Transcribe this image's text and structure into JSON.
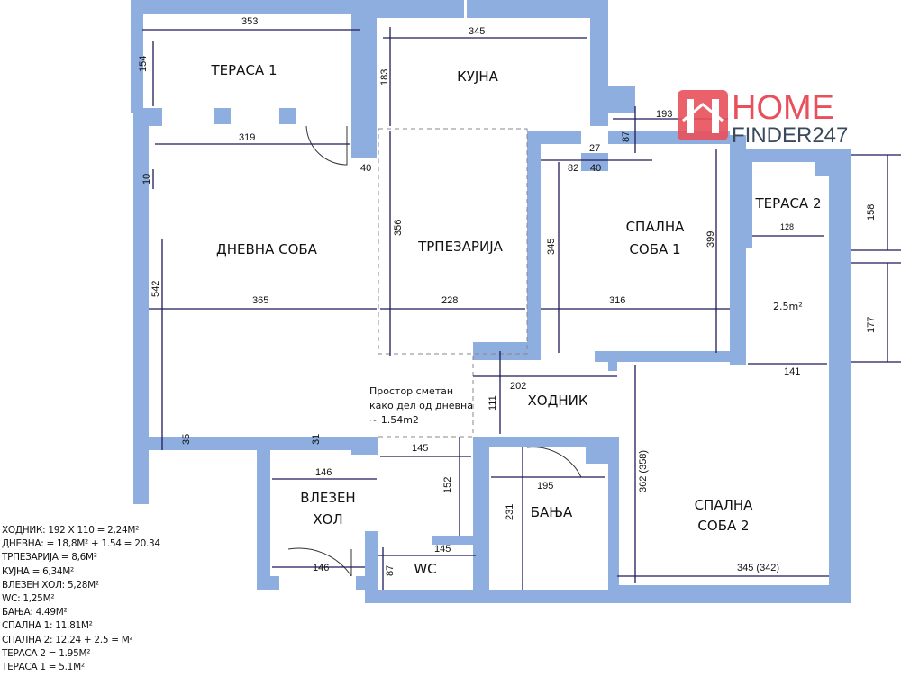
{
  "rooms": {
    "terasa1": "ТЕРАСА 1",
    "kujna": "КУЈНА",
    "dnevna": "ДНЕВНА СОБА",
    "trpezarija": "ТРПЕЗАРИЈА",
    "spalna1_l1": "СПАЛНА",
    "spalna1_l2": "СОБА 1",
    "terasa2": "ТЕРАСА 2",
    "terasa2_area": "2.5m²",
    "hodnik": "ХОДНИК",
    "vlezen_l1": "ВЛЕЗЕН",
    "vlezen_l2": "ХОЛ",
    "wc": "WC",
    "banja": "БАЊА",
    "spalna2_l1": "СПАЛНА",
    "spalna2_l2": "СОБА 2"
  },
  "note": [
    "Простор сметан",
    "како дел од дневна",
    "~ 1.54m2"
  ],
  "dims": {
    "d353": "353",
    "d154": "154",
    "d345k": "345",
    "d183": "183",
    "d193": "193",
    "d87a": "87",
    "d27": "27",
    "d82": "82",
    "d40a": "40",
    "d319": "319",
    "d40b": "40",
    "d10": "10",
    "d356": "356",
    "d345s": "345",
    "d399": "399",
    "d158": "158",
    "d128": "128",
    "d542": "542",
    "d365": "365",
    "d228": "228",
    "d316": "316",
    "d177": "177",
    "d141": "141",
    "d202": "202",
    "d111": "111",
    "d35": "35",
    "d31": "31",
    "d145a": "145",
    "d146a": "146",
    "d152": "152",
    "d195": "195",
    "d231": "231",
    "d362": "362 (358)",
    "d145b": "145",
    "d146b": "146",
    "d87b": "87",
    "d345b": "345 (342)"
  },
  "legend": [
    "ХОДНИК: 192 X 110 = 2,24M²",
    "ДНЕВНА: = 18,8M² + 1.54 = 20.34",
    "ТРПЕЗАРИЈА = 8,6M²",
    "КУЈНА = 6,34M²",
    "ВЛЕЗЕН ХОЛ: 5,28M²",
    "WC: 1,25M²",
    "БАЊА: 4.49M²",
    "СПАЛНА 1: 11.81M²",
    "СПАЛНА 2: 12,24 + 2.5 = M²",
    "ТЕРАСА 2 = 1.95M²",
    "ТЕРАСА 1 = 5.1M²"
  ],
  "logo": {
    "home": "HOME",
    "finder": "FINDER247"
  },
  "colors": {
    "wall": "#8eaee0",
    "logo_red": "#e8505b",
    "logo_dark": "#3a4a5a"
  }
}
